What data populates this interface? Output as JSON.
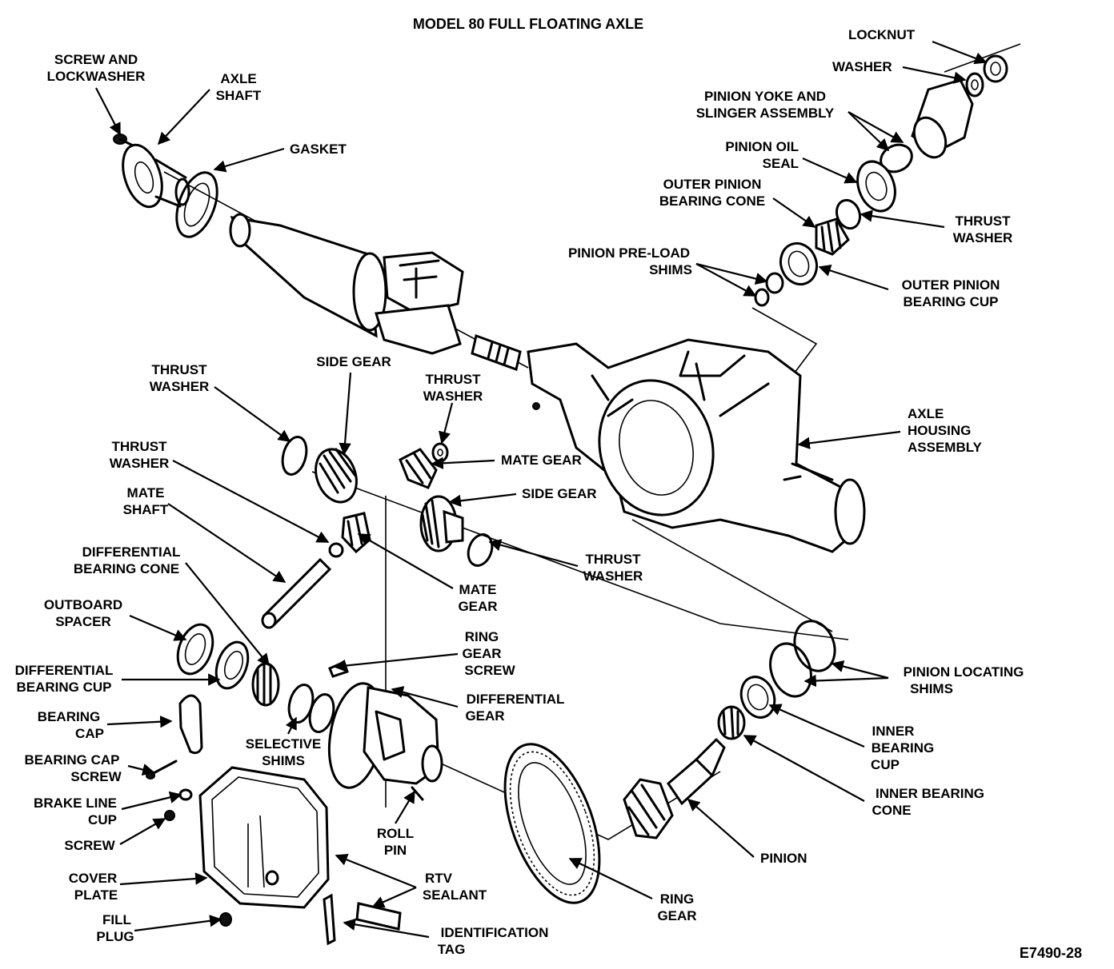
{
  "title": "MODEL 80 FULL FLOATING AXLE",
  "figure_code": "E7490-28",
  "labels": {
    "screw_and_lockwasher": [
      "SCREW AND",
      "LOCKWASHER"
    ],
    "axle_shaft": [
      "AXLE",
      "SHAFT"
    ],
    "gasket": [
      "GASKET"
    ],
    "locknut": [
      "LOCKNUT"
    ],
    "washer": [
      "WASHER"
    ],
    "pinion_yoke": [
      "PINION YOKE AND",
      "SLINGER ASSEMBLY"
    ],
    "pinion_oil_seal": [
      "PINION OIL",
      "SEAL"
    ],
    "outer_pinion_bearing_cone": [
      "OUTER PINION",
      "BEARING CONE"
    ],
    "thrust_washer_pinion": [
      "THRUST",
      "WASHER"
    ],
    "pinion_preload_shims": [
      "PINION PRE-LOAD",
      "SHIMS"
    ],
    "outer_pinion_bearing_cup": [
      "OUTER PINION",
      "BEARING CUP"
    ],
    "thrust_washer_1": [
      "THRUST",
      "WASHER"
    ],
    "side_gear_1": [
      "SIDE GEAR"
    ],
    "thrust_washer_2": [
      "THRUST",
      "WASHER"
    ],
    "axle_housing_assembly": [
      "AXLE",
      "HOUSING",
      "ASSEMBLY"
    ],
    "thrust_washer_3": [
      "THRUST",
      "WASHER"
    ],
    "mate_gear_1": [
      "MATE GEAR"
    ],
    "mate_shaft": [
      "MATE",
      "SHAFT"
    ],
    "side_gear_2": [
      "SIDE GEAR"
    ],
    "differential_bearing_cone": [
      "DIFFERENTIAL",
      "BEARING CONE"
    ],
    "thrust_washer_4": [
      "THRUST",
      "WASHER"
    ],
    "mate_gear_2": [
      "MATE",
      "GEAR"
    ],
    "outboard_spacer": [
      "OUTBOARD",
      "SPACER"
    ],
    "ring_gear_screw": [
      "RING",
      "GEAR",
      "SCREW"
    ],
    "differential_bearing_cup": [
      "DIFFERENTIAL",
      "BEARING CUP"
    ],
    "pinion_locating_shims": [
      "PINION LOCATING",
      "SHIMS"
    ],
    "differential_gear": [
      "DIFFERENTIAL",
      "GEAR"
    ],
    "bearing_cap": [
      "BEARING",
      "CAP"
    ],
    "inner_bearing_cup": [
      "INNER",
      "BEARING",
      "CUP"
    ],
    "selective_shims": [
      "SELECTIVE",
      "SHIMS"
    ],
    "bearing_cap_screw": [
      "BEARING CAP",
      "SCREW"
    ],
    "inner_bearing_cone": [
      "INNER BEARING",
      "CONE"
    ],
    "brake_line_cup": [
      "BRAKE LINE",
      "CUP"
    ],
    "roll_pin": [
      "ROLL",
      "PIN"
    ],
    "screw": [
      "SCREW"
    ],
    "pinion": [
      "PINION"
    ],
    "cover_plate": [
      "COVER",
      "PLATE"
    ],
    "rtv_sealant": [
      "RTV",
      "SEALANT"
    ],
    "ring_gear": [
      "RING",
      "GEAR"
    ],
    "fill_plug": [
      "FILL",
      "PLUG"
    ],
    "identification_tag": [
      "IDENTIFICATION",
      "TAG"
    ]
  }
}
